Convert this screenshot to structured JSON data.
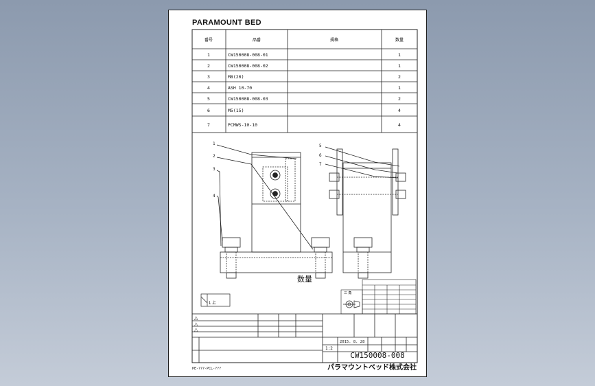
{
  "title_logo": "PARAMOUNT BED",
  "bom": {
    "headers": [
      "番号",
      "品番",
      "規格",
      "数量"
    ],
    "rows": [
      {
        "no": "1",
        "part": "CW150008-008-01",
        "spec": "",
        "qty": "1"
      },
      {
        "no": "2",
        "part": "CW150008-008-02",
        "spec": "",
        "qty": "1"
      },
      {
        "no": "3",
        "part": "M8(20)",
        "spec": "",
        "qty": "2"
      },
      {
        "no": "4",
        "part": "ASH 10-70",
        "spec": "",
        "qty": "1"
      },
      {
        "no": "5",
        "part": "CW150008-008-03",
        "spec": "",
        "qty": "2"
      },
      {
        "no": "6",
        "part": "M5(15)",
        "spec": "",
        "qty": "4"
      },
      {
        "no": "7",
        "part": "PCMWS-10-10",
        "spec": "",
        "qty": "4"
      }
    ]
  },
  "balloons_front": [
    "1",
    "2",
    "3",
    "4"
  ],
  "balloons_side": [
    "5",
    "6",
    "7"
  ],
  "center_label": "数量",
  "small_note": "1 上",
  "projection_label": "三 角",
  "title_block": {
    "date": "2015. 8. 28",
    "scale": "1:2",
    "drawing_no": "CW150008-008",
    "company": "パラマウントベッド株式会社",
    "bottom_code": "PE-???-PCL-???"
  },
  "revision_marks": [
    "△",
    "△",
    "△"
  ],
  "colors": {
    "line": "#1a1a1a",
    "background": "#9aa7b9"
  }
}
